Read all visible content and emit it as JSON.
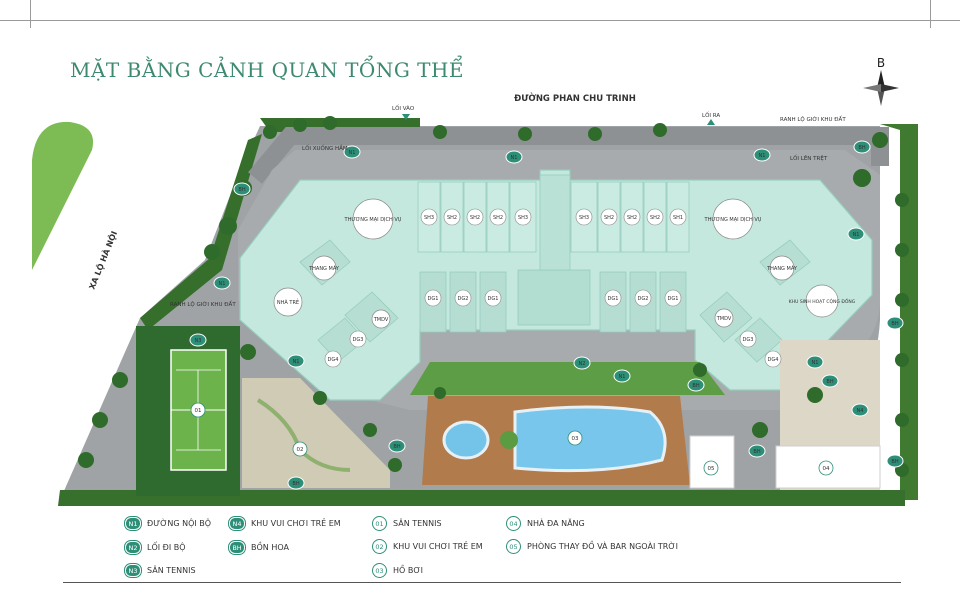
{
  "title": "MẶT BẰNG CẢNH QUAN TỔNG THỂ",
  "north_label": "B",
  "road_top": "ĐƯỜNG PHAN CHU TRINH",
  "road_left": "XA LỘ HÀ NỘI",
  "labels": {
    "entrance": "LỐI VÀO",
    "exit": "LỐI RA",
    "ramp_down": "LỐI XUỐNG HẦM",
    "ramp_up": "LỐI LÊN TRỆT",
    "boundary_top": "RANH LỘ GIỚI KHU ĐẤT",
    "boundary_left": "RANH LỘ GIỚI KHU ĐẤT"
  },
  "buildings": {
    "commercial": "THƯƠNG MẠI DỊCH VỤ",
    "elevator": "THANG MÁY",
    "nursery": "NHÀ TRẺ",
    "community": "KHU SINH HOẠT CỘNG ĐỒNG",
    "tmdv": "TMDV",
    "sh1": "SH1",
    "sh2": "SH2",
    "sh3": "SH3",
    "dg1": "DG1",
    "dg2": "DG2",
    "dg3": "DG3",
    "dg4": "DG4"
  },
  "markers": {
    "n1": "N1",
    "n2": "N2",
    "n3": "N3",
    "n4": "N4",
    "bh": "BH",
    "a01": "01",
    "a02": "02",
    "a03": "03",
    "a04": "04",
    "a05": "05"
  },
  "legend": [
    {
      "code": "N1",
      "text": "ĐƯỜNG NỘI BỘ"
    },
    {
      "code": "N2",
      "text": "LỐI ĐI BỘ"
    },
    {
      "code": "N3",
      "text": "SÂN TENNIS"
    },
    {
      "code": "N4",
      "text": "KHU VUI CHƠI TRẺ EM"
    },
    {
      "code": "BH",
      "text": "BỒN HOA"
    },
    {
      "code": "01",
      "text": "SÂN TENNIS"
    },
    {
      "code": "02",
      "text": "KHU VUI CHƠI TRẺ EM"
    },
    {
      "code": "03",
      "text": "HỒ BƠI"
    },
    {
      "code": "04",
      "text": "NHÀ ĐA NĂNG"
    },
    {
      "code": "05",
      "text": "PHÒNG THAY ĐỒ VÀ BAR NGOÀI TRỜI"
    }
  ],
  "colors": {
    "title": "#3d8a6e",
    "building": "#bfe5da",
    "building_edge": "#9cd3c3",
    "road": "#9a9ea0",
    "tree": "#2f6b2a",
    "grass": "#6fb04e",
    "tennis": "#3a7d32",
    "pool": "#6fc2e8",
    "deck": "#b07a4a",
    "badge": "#2e8f78"
  }
}
